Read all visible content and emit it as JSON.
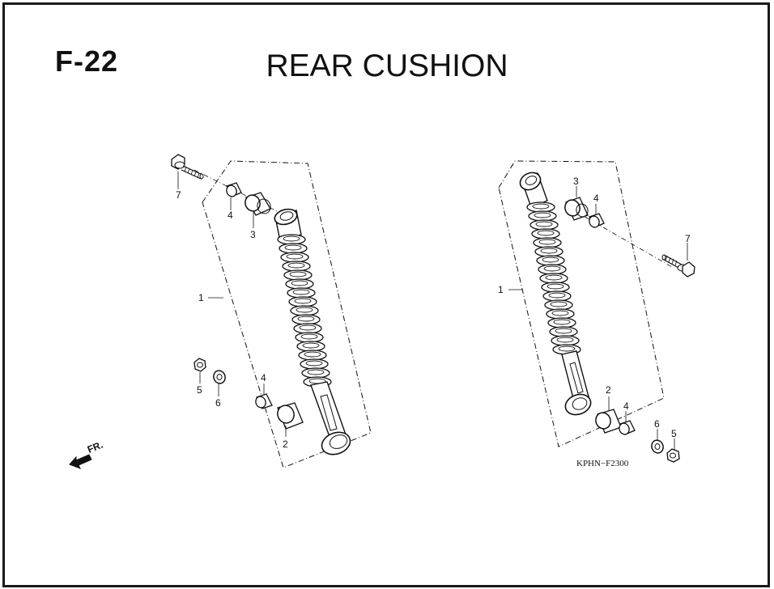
{
  "header": {
    "code": "F-22",
    "title": "REAR CUSHION"
  },
  "direction": {
    "label": "FR."
  },
  "figure_ref": "KPHN−F2300",
  "labels": {
    "shock_absorber": "1",
    "bushing_large": "2",
    "bushing_cushion": "3",
    "collar": "4",
    "nut": "5",
    "washer": "6",
    "bolt": "7"
  }
}
